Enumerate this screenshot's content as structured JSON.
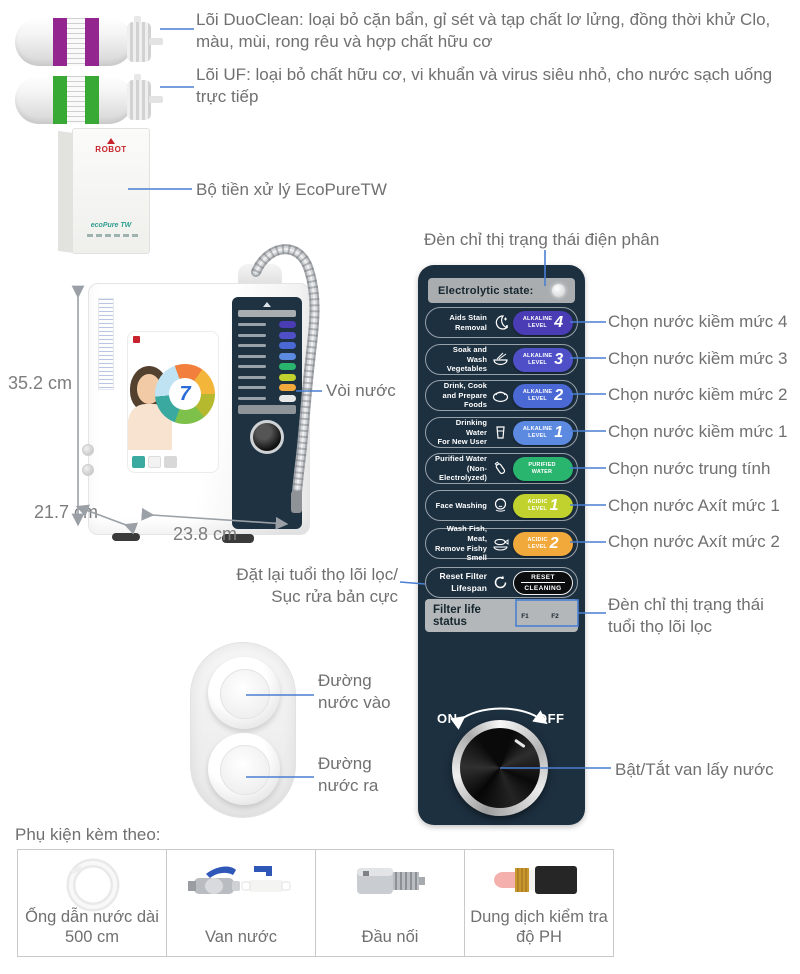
{
  "filters": {
    "duoclean_text": "Lõi DuoClean: loại bỏ cặn bẩn, gỉ sét và tạp chất lơ lửng, đồng thời khử Clo, màu, mùi, rong rêu và hợp chất hữu cơ",
    "uf_text": "Lõi UF: loại bỏ chất hữu cơ, vi khuẩn và virus siêu nhỏ, cho nước sạch uống trực tiếp",
    "duoclean_band_color": "#93278f",
    "uf_band_color": "#39a935"
  },
  "pretreatment": {
    "brand": "ROBOT",
    "unit": "ecoPure TW",
    "label": "Bộ tiền xử lý EcoPureTW"
  },
  "machine": {
    "height": "35.2 cm",
    "depth": "21.7 cm",
    "width": "23.8 cm",
    "faucet_label": "Vòi nước",
    "wheel_number": "7"
  },
  "panel": {
    "bg_color": "#1d3040",
    "header_label": "Electrolytic state:",
    "indicator_callout": "Đèn chỉ thị trạng thái điện phân",
    "rows": [
      {
        "label": "Aids Stain Removal",
        "icon": "moon-stars-icon",
        "pill_top": "ALKALINE",
        "pill_bottom": "LEVEL",
        "pill_number": "4",
        "pill_color": "#4a3cb4",
        "callout": "Chọn nước kiềm mức 4"
      },
      {
        "label": "Soak and\nWash Vegetables",
        "icon": "vegetables-bowl-icon",
        "pill_top": "ALKALINE",
        "pill_bottom": "LEVEL",
        "pill_number": "3",
        "pill_color": "#4f50c8",
        "callout": "Chọn nước kiềm mức 3"
      },
      {
        "label": "Drink, Cook\nand Prepare Foods",
        "icon": "food-plate-icon",
        "pill_top": "ALKALINE",
        "pill_bottom": "LEVEL",
        "pill_number": "2",
        "pill_color": "#4b69d4",
        "callout": "Chọn nước kiềm mức 2"
      },
      {
        "label": "Drinking Water\nFor New User",
        "icon": "drinking-water-icon",
        "pill_top": "ALKALINE",
        "pill_bottom": "LEVEL",
        "pill_number": "1",
        "pill_color": "#5c8ae1",
        "callout": "Chọn nước kiềm mức 1"
      },
      {
        "label": "Purified Water\n(Non-Electrolyzed)",
        "icon": "purified-bottle-icon",
        "pill_top": "PURIFIED",
        "pill_bottom": "WATER",
        "pill_number": "",
        "pill_color": "#2ab56e",
        "callout": "Chọn nước trung tính"
      },
      {
        "label": "Face Washing",
        "icon": "face-washing-icon",
        "pill_top": "ACIDIC",
        "pill_bottom": "LEVEL",
        "pill_number": "1",
        "pill_color": "#c1d22f",
        "callout": "Chọn nước Axít mức 1"
      },
      {
        "label": "Wash Fish, Meat,\nRemove Fishy Smell",
        "icon": "fish-plate-icon",
        "pill_top": "ACIDIC",
        "pill_bottom": "LEVEL",
        "pill_number": "2",
        "pill_color": "#f1a93c",
        "callout": "Chọn nước Axít mức 2"
      }
    ],
    "reset_row": {
      "label": "Reset Filter Lifespan",
      "icon": "reset-arrows-icon",
      "pill_top": "RESET",
      "pill_bottom": "CLEANING",
      "callout": "Đặt lại tuổi thọ lõi lọc/\nSục rửa bản cực"
    },
    "filter_life": {
      "label": "Filter life status",
      "f1": "F1",
      "f2": "F2",
      "callout": "Đèn chỉ thị trạng thái\ntuổi thọ lõi lọc"
    },
    "knob": {
      "on": "ON",
      "off": "OFF",
      "callout": "Bật/Tắt van lấy nước"
    }
  },
  "ports": {
    "inlet": "Đường\nnước vào",
    "outlet": "Đường\nnước ra"
  },
  "accessories": {
    "title": "Phụ kiện kèm theo:",
    "items": [
      {
        "name": "Ống dẫn nước dài 500 cm",
        "icon": "tube-coil-icon"
      },
      {
        "name": "Van nước",
        "icon": "water-valve-icon"
      },
      {
        "name": "Đầu nối",
        "icon": "connector-icon"
      },
      {
        "name": "Dung dịch kiểm tra độ PH",
        "icon": "ph-test-icon"
      }
    ]
  },
  "colors": {
    "leader_blue": "#4a7fd1",
    "dimension_gray": "#9aa0a6",
    "label_gray": "#707070"
  }
}
